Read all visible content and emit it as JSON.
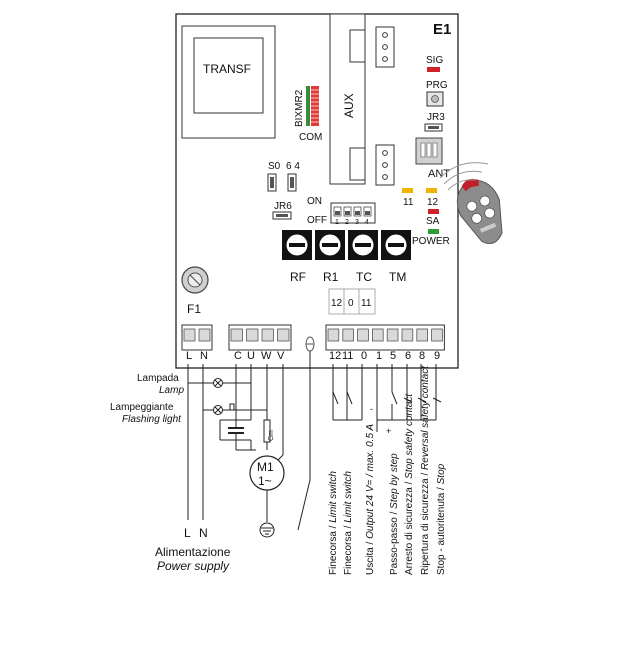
{
  "board": {
    "model": "E1",
    "transformer": "TRANSF",
    "bixmr2": "BIXMR2",
    "com": "COM",
    "aux": "AUX",
    "sig": "SIG",
    "prg": "PRG",
    "jr3": "JR3",
    "ant": "ANT",
    "s0": "S0",
    "six_four": "6 4",
    "jr6": "JR6",
    "on": "ON",
    "off": "OFF",
    "dip_numbers": [
      "1",
      "2",
      "3",
      "4"
    ],
    "led_11": "11",
    "led_12": "12",
    "sa": "SA",
    "power": "POWER",
    "trimmers": [
      "RF",
      "R1",
      "TC",
      "TM"
    ],
    "limit_labels": [
      "12",
      "0",
      "11"
    ],
    "fuse": "F1",
    "terminals_left": [
      "L",
      "N"
    ],
    "terminals_motor": [
      "C",
      "U",
      "W",
      "V"
    ],
    "terminals_right": [
      "12",
      "11",
      "0",
      "1",
      "5",
      "6",
      "8",
      "9"
    ]
  },
  "wiring": {
    "lamp_it": "Lampada",
    "lamp_en": "Lamp",
    "flash_it": "Lampeggiante",
    "flash_en": "Flashing light",
    "capacitor": "Cm",
    "motor_line1": "M1",
    "motor_line2": "1~",
    "supply_L": "L",
    "supply_N": "N",
    "supply_it": "Alimentazione",
    "supply_en": "Power supply"
  },
  "descriptions": [
    {
      "it": "Finecorsa / ",
      "en": "Limit switch"
    },
    {
      "it": "Finecorsa / ",
      "en": "Limit switch"
    },
    {
      "it": "Uscita / ",
      "en": "Output 24 V= / max. 0.5 A"
    },
    {
      "it": "Passo-passo / ",
      "en": "Step by step"
    },
    {
      "it": "Arresto di sicurezza / ",
      "en": "Stop safety contact"
    },
    {
      "it": "Ripertura di sicurezza / ",
      "en": "Reversal safety contact"
    },
    {
      "it": "Stop - autoritenuta / ",
      "en": "Stop"
    }
  ],
  "output_polarity": {
    "minus": "-",
    "plus": "+"
  },
  "colors": {
    "line": "#222222",
    "terminal_fill": "#d9d9d9",
    "led_red": "#d0202a",
    "led_green": "#2e9e3a",
    "led_yellow": "#f0b400",
    "connector_red": "#e23a3a",
    "connector_green": "#3a8a3a",
    "remote_body": "#8c8c8c",
    "remote_red": "#c0202a"
  },
  "icons": [
    "fuse-icon",
    "motor-icon",
    "ground-icon",
    "remote-control-icon",
    "trimmer-icon"
  ]
}
